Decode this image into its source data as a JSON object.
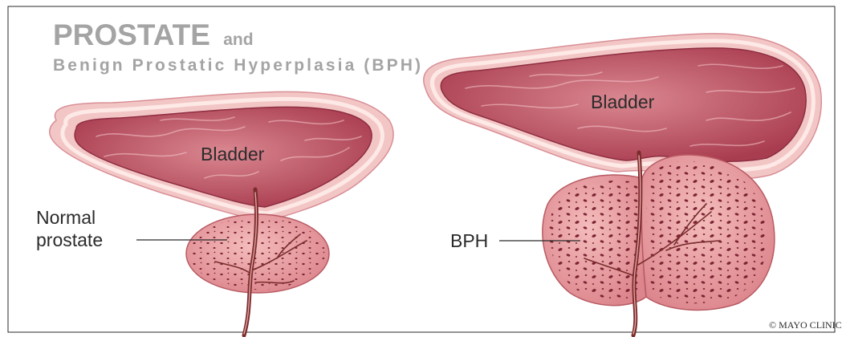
{
  "title": {
    "main": "PROSTATE",
    "connector": "and",
    "subtitle": "Benign Prostatic Hyperplasia (BPH)"
  },
  "normal_panel": {
    "bladder_label": "Bladder",
    "prostate_label": [
      "Normal",
      "prostate"
    ]
  },
  "bph_panel": {
    "bladder_label": "Bladder",
    "prostate_label": "BPH"
  },
  "credit": "© MAYO CLINIC",
  "colors": {
    "title": "#a4a4a4",
    "label": "#2b2b2b",
    "bladder_wall": "#f3c6c6",
    "bladder_wall_edge": "#d88f96",
    "bladder_lining": "#fde9e6",
    "bladder_cavity": "#a93d50",
    "bladder_cavity_highlight": "#da8790",
    "bladder_cavity_edge": "#8e2e40",
    "fold": "#f6c9cc",
    "prostate": "#dc858c",
    "prostate_highlight": "#f4bcbc",
    "prostate_edge": "#b85a63",
    "gland_dots": "#7c2333",
    "urethra": "#7a2c2c",
    "urethra_core": "#e2a2a2"
  }
}
